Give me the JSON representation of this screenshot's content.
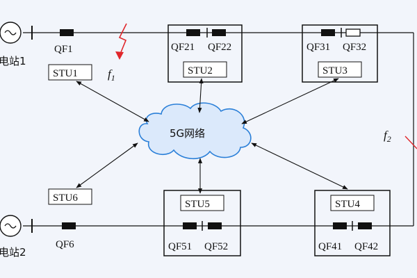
{
  "stations": {
    "s1": "电站1",
    "s2": "电站2"
  },
  "breakers": {
    "qf1": "QF1",
    "qf6": "QF6",
    "qf21": "QF21",
    "qf22": "QF22",
    "qf31": "QF31",
    "qf32": "QF32",
    "qf41": "QF41",
    "qf42": "QF42",
    "qf51": "QF51",
    "qf52": "QF52"
  },
  "stus": {
    "stu1": "STU1",
    "stu2": "STU2",
    "stu3": "STU3",
    "stu4": "STU4",
    "stu5": "STU5",
    "stu6": "STU6"
  },
  "network": "5G网络",
  "faults": {
    "f1": "f",
    "f1_sub": "1",
    "f2": "f",
    "f2_sub": "2"
  },
  "colors": {
    "line": "#111111",
    "fault_red": "#e0262b",
    "cloud": "#dbe9fb",
    "cloud_stroke": "#2a7fd8"
  }
}
